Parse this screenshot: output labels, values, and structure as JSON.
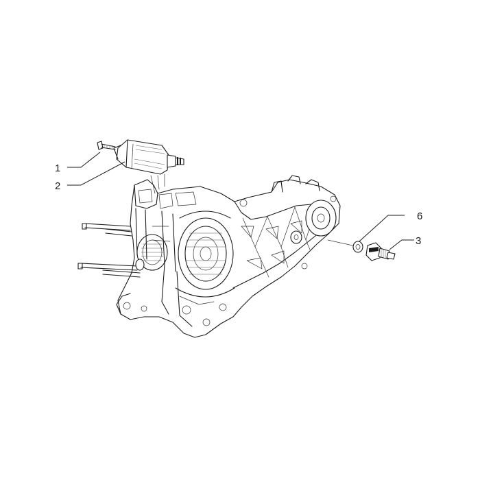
{
  "callouts": [
    {
      "id": "1",
      "label": "1"
    },
    {
      "id": "2",
      "label": "2"
    },
    {
      "id": "3",
      "label": "3"
    },
    {
      "id": "6",
      "label": "6"
    }
  ]
}
